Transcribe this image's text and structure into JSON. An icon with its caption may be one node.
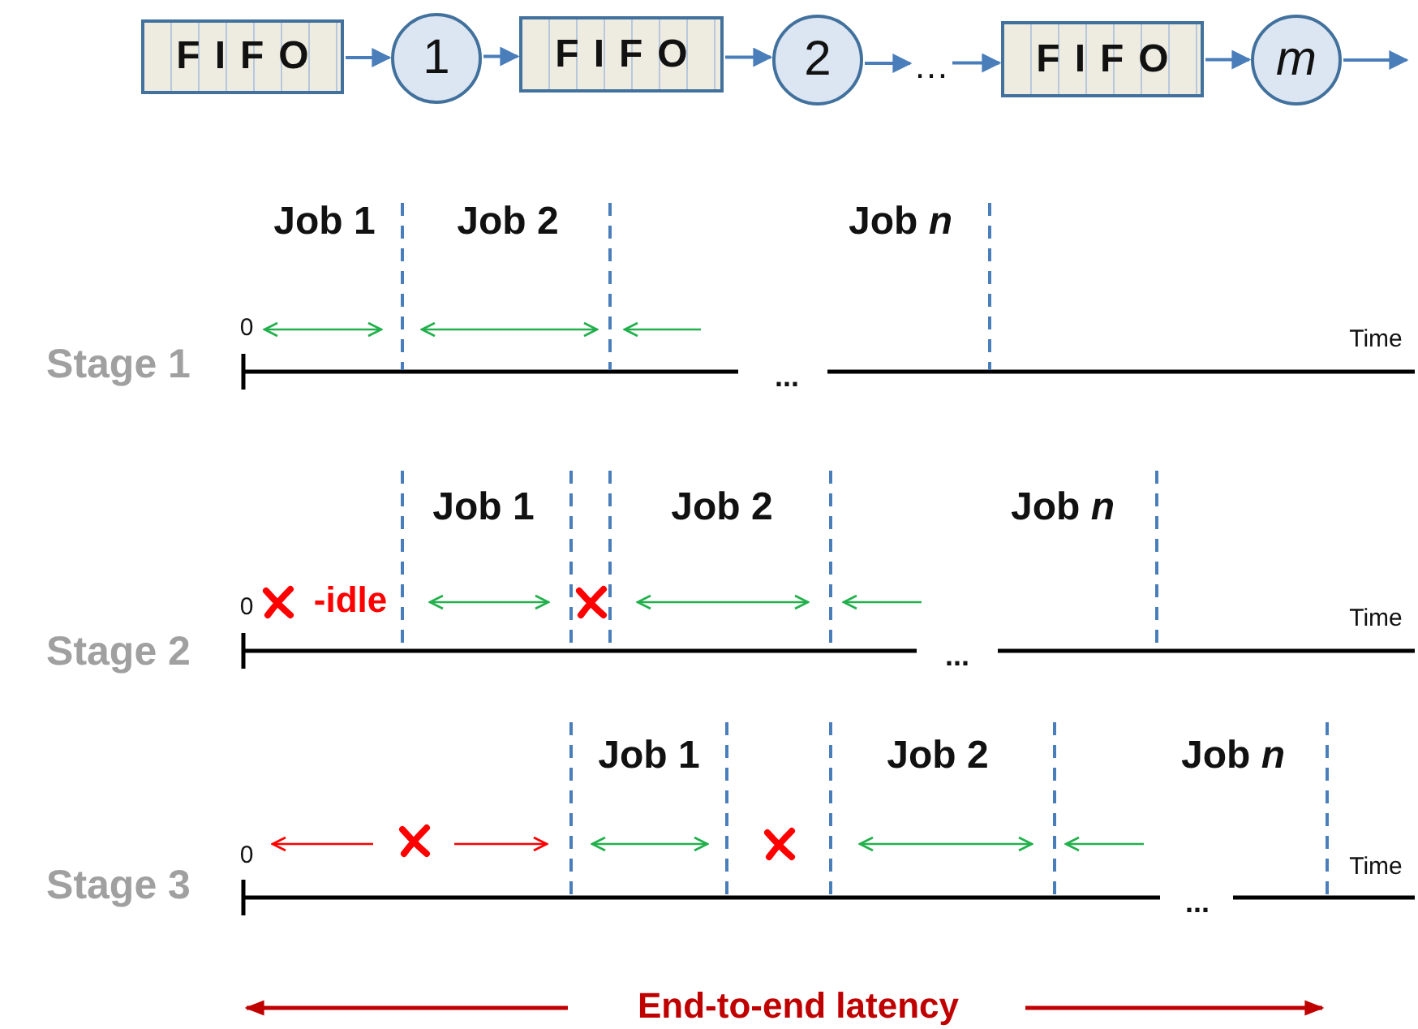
{
  "diagram": {
    "nodes": [
      {
        "text": [
          "FIFO"
        ]
      },
      {
        "text": [
          "1"
        ]
      },
      {
        "text": [
          "FIFO"
        ]
      },
      {
        "text": [
          "2"
        ]
      },
      {
        "text": [
          "…"
        ]
      },
      {
        "text": [
          "FIFO"
        ]
      },
      {
        "text": [
          "m"
        ]
      }
    ],
    "edges": [
      {
        "from": 0,
        "to": 1,
        "arrow": "to"
      },
      {
        "from": 1,
        "to": 2,
        "arrow": "to"
      },
      {
        "from": 2,
        "to": 3,
        "arrow": "to"
      },
      {
        "from": 3,
        "to": 4,
        "arrow": "to"
      },
      {
        "from": 4,
        "to": 5,
        "arrow": "to"
      },
      {
        "from": 5,
        "to": 6,
        "arrow": "to"
      },
      {
        "from": 6,
        "to": null,
        "arrow": "to"
      }
    ],
    "labels": [
      "Job 1",
      "Job 2",
      "Job *n*",
      "0",
      "Time",
      "Stage 1",
      "...",
      "Job 1",
      "Job 2",
      "Job *n*",
      "0",
      "-idle",
      "Time",
      "Stage 2",
      "...",
      "Job 1",
      "Job 2",
      "Job *n*",
      "0",
      "Time",
      "Stage 3",
      "...",
      "End-to-end latency"
    ]
  }
}
